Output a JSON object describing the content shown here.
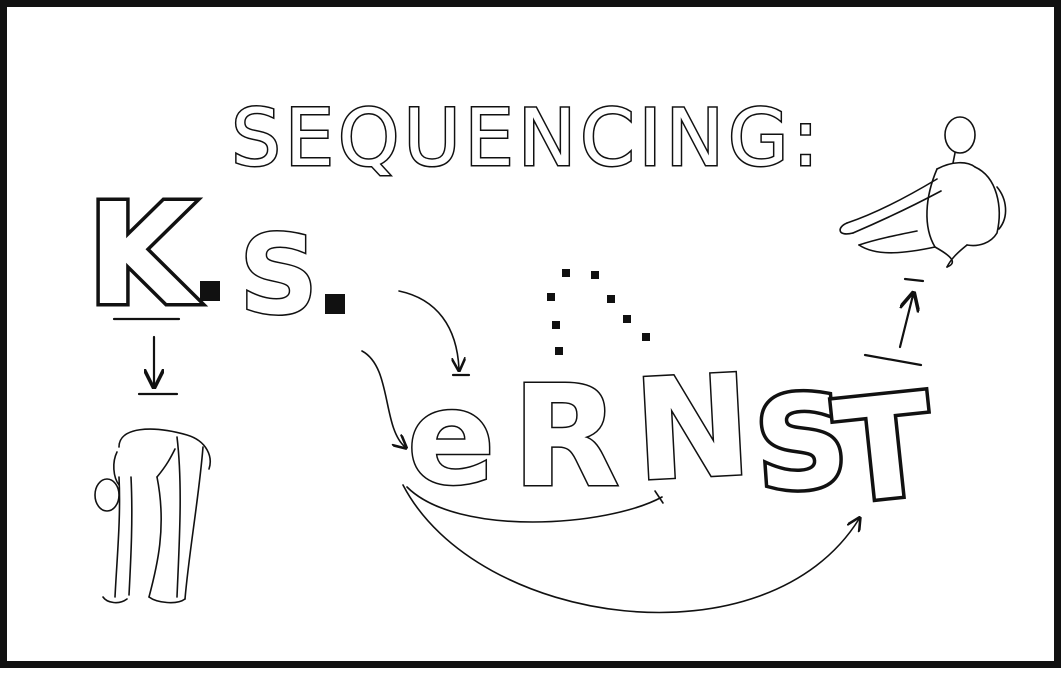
{
  "title": "SEQUENCING:",
  "initials": {
    "first": "K",
    "second": "S",
    "separator": "."
  },
  "name_letters": [
    "e",
    "R",
    "N",
    "S",
    "T"
  ],
  "figures": {
    "left": "forward-bend-figure",
    "right": "seated-twist-figure"
  }
}
